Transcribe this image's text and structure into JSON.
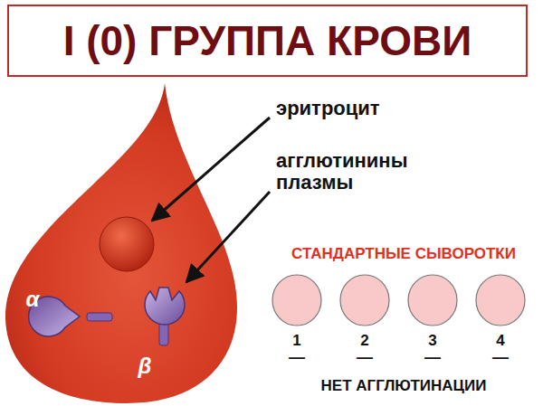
{
  "diagram": {
    "title": "I (0) ГРУППА КРОВИ",
    "labels": [
      "эритроцит",
      "агглютинины плазмы",
      "α",
      "β",
      "СТАНДАРТНЫЕ СЫВОРОТКИ",
      "1",
      "—",
      "2",
      "—",
      "3",
      "—",
      "4",
      "—",
      "НЕТ АГГЛЮТИНАЦИИ"
    ]
  }
}
